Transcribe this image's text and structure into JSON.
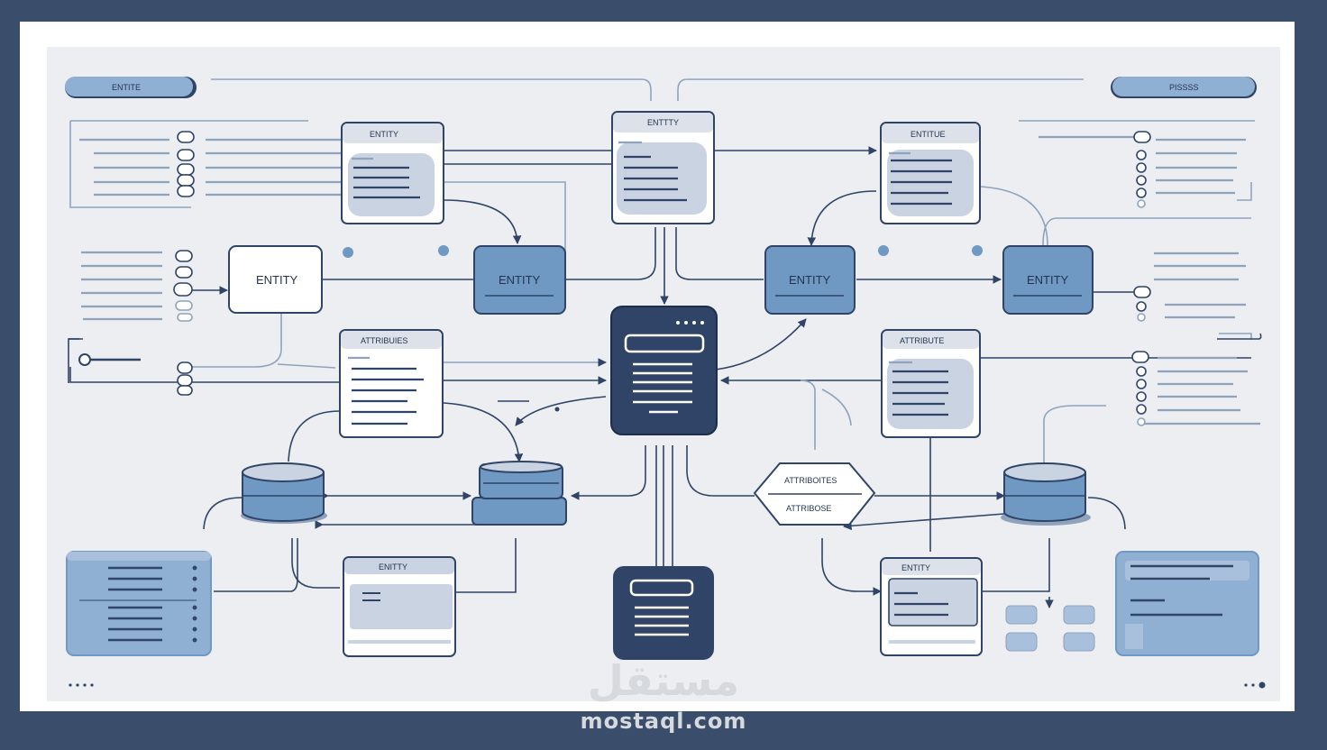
{
  "pills": {
    "top_left": "ENTITE",
    "top_right": "PISSSS"
  },
  "entities": {
    "top_left": "ENTITY",
    "top_center": "ENTTTY",
    "top_right": "ENTITUE",
    "mid_left": "ENTITY",
    "mid_blue_left": "ENTITY",
    "mid_blue_center": "ENTITY",
    "mid_blue_right": "ENTITY",
    "bottom_center_left": "ENITTY",
    "bottom_right": "ENTITY"
  },
  "attributes": {
    "left": "ATTRIBUIES",
    "right": "ATTRIBUTE",
    "hexagon_top": "ATTRIBOITES",
    "hexagon_bottom": "ATTRIBOSE"
  },
  "watermark": {
    "arabic": "مستقل",
    "latin": "mostaql.com"
  },
  "colors": {
    "frame": "#3a4d6b",
    "navy": "#2f4466",
    "steel_blue": "#6f98c3",
    "light_blue": "#c9d3e2",
    "background": "#eceef1"
  }
}
